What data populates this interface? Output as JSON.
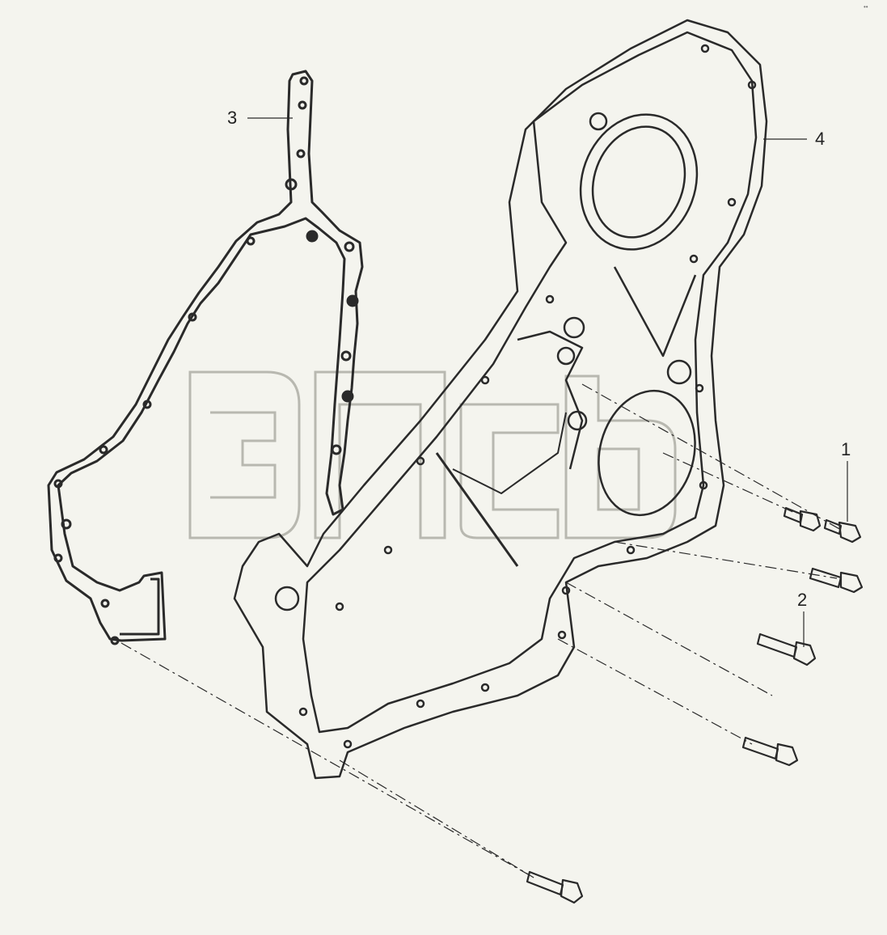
{
  "diagram": {
    "background": "#f4f4ee",
    "line_color": "#2a2a2a",
    "watermark_color": "#b8b8b0",
    "watermark_text": "эпсъ",
    "corner_mark": "••",
    "callouts": [
      {
        "id": "1",
        "text": "1"
      },
      {
        "id": "2",
        "text": "2"
      },
      {
        "id": "3",
        "text": "3"
      },
      {
        "id": "4",
        "text": "4"
      }
    ],
    "parts": {
      "gasket": "gasket",
      "housing": "gear-housing",
      "bolts": [
        "bolt-short-a",
        "bolt-short-b",
        "bolt-medium",
        "bolt-long-a",
        "bolt-long-b",
        "bolt-long-c"
      ]
    }
  }
}
